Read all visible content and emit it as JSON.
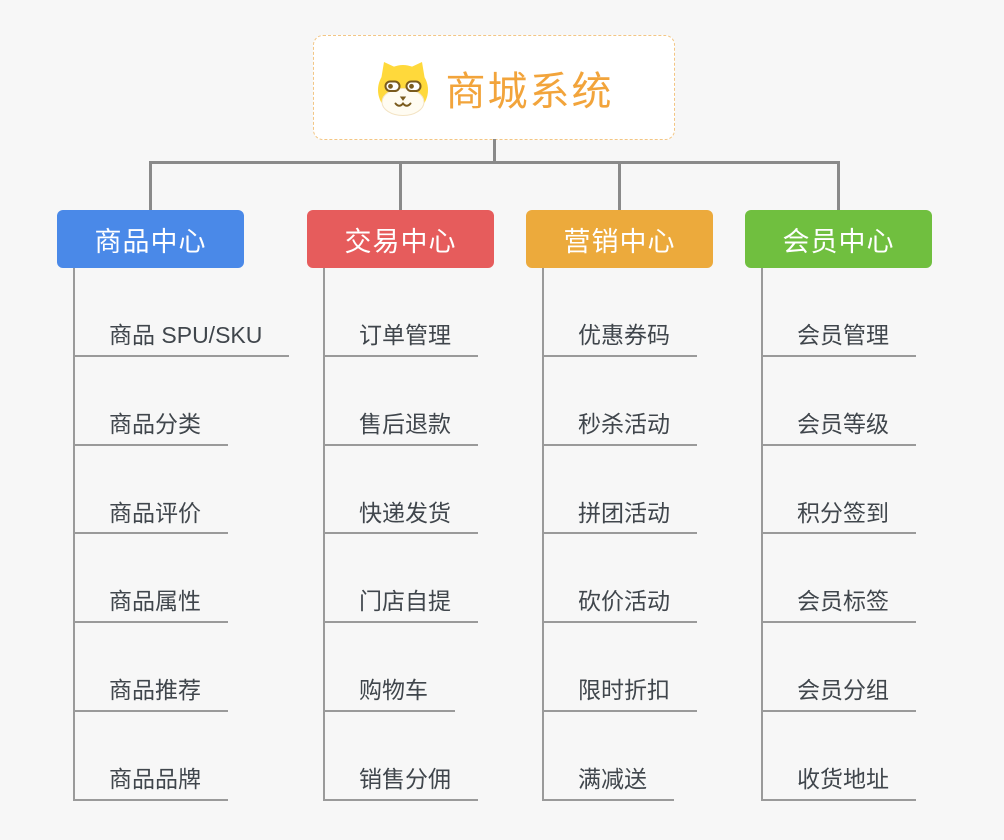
{
  "page": {
    "background": "#f7f7f7"
  },
  "colors": {
    "connector": "#8a8a8a",
    "line": "#9a9a9a",
    "item_text": "#40464c"
  },
  "root": {
    "label": "商城系统",
    "icon": "doge-icon",
    "text_color": "#f2a43b",
    "border_color": "#f3c684"
  },
  "branches": [
    {
      "label": "商品中心",
      "color": "#4a89e8",
      "items": [
        "商品 SPU/SKU",
        "商品分类",
        "商品评价",
        "商品属性",
        "商品推荐",
        "商品品牌"
      ]
    },
    {
      "label": "交易中心",
      "color": "#e65c5c",
      "items": [
        "订单管理",
        "售后退款",
        "快递发货",
        "门店自提",
        "购物车",
        "销售分佣"
      ]
    },
    {
      "label": "营销中心",
      "color": "#ecaa3c",
      "items": [
        "优惠券码",
        "秒杀活动",
        "拼团活动",
        "砍价活动",
        "限时折扣",
        "满减送"
      ]
    },
    {
      "label": "会员中心",
      "color": "#70bf3f",
      "items": [
        "会员管理",
        "会员等级",
        "积分签到",
        "会员标签",
        "会员分组",
        "收货地址"
      ]
    }
  ]
}
